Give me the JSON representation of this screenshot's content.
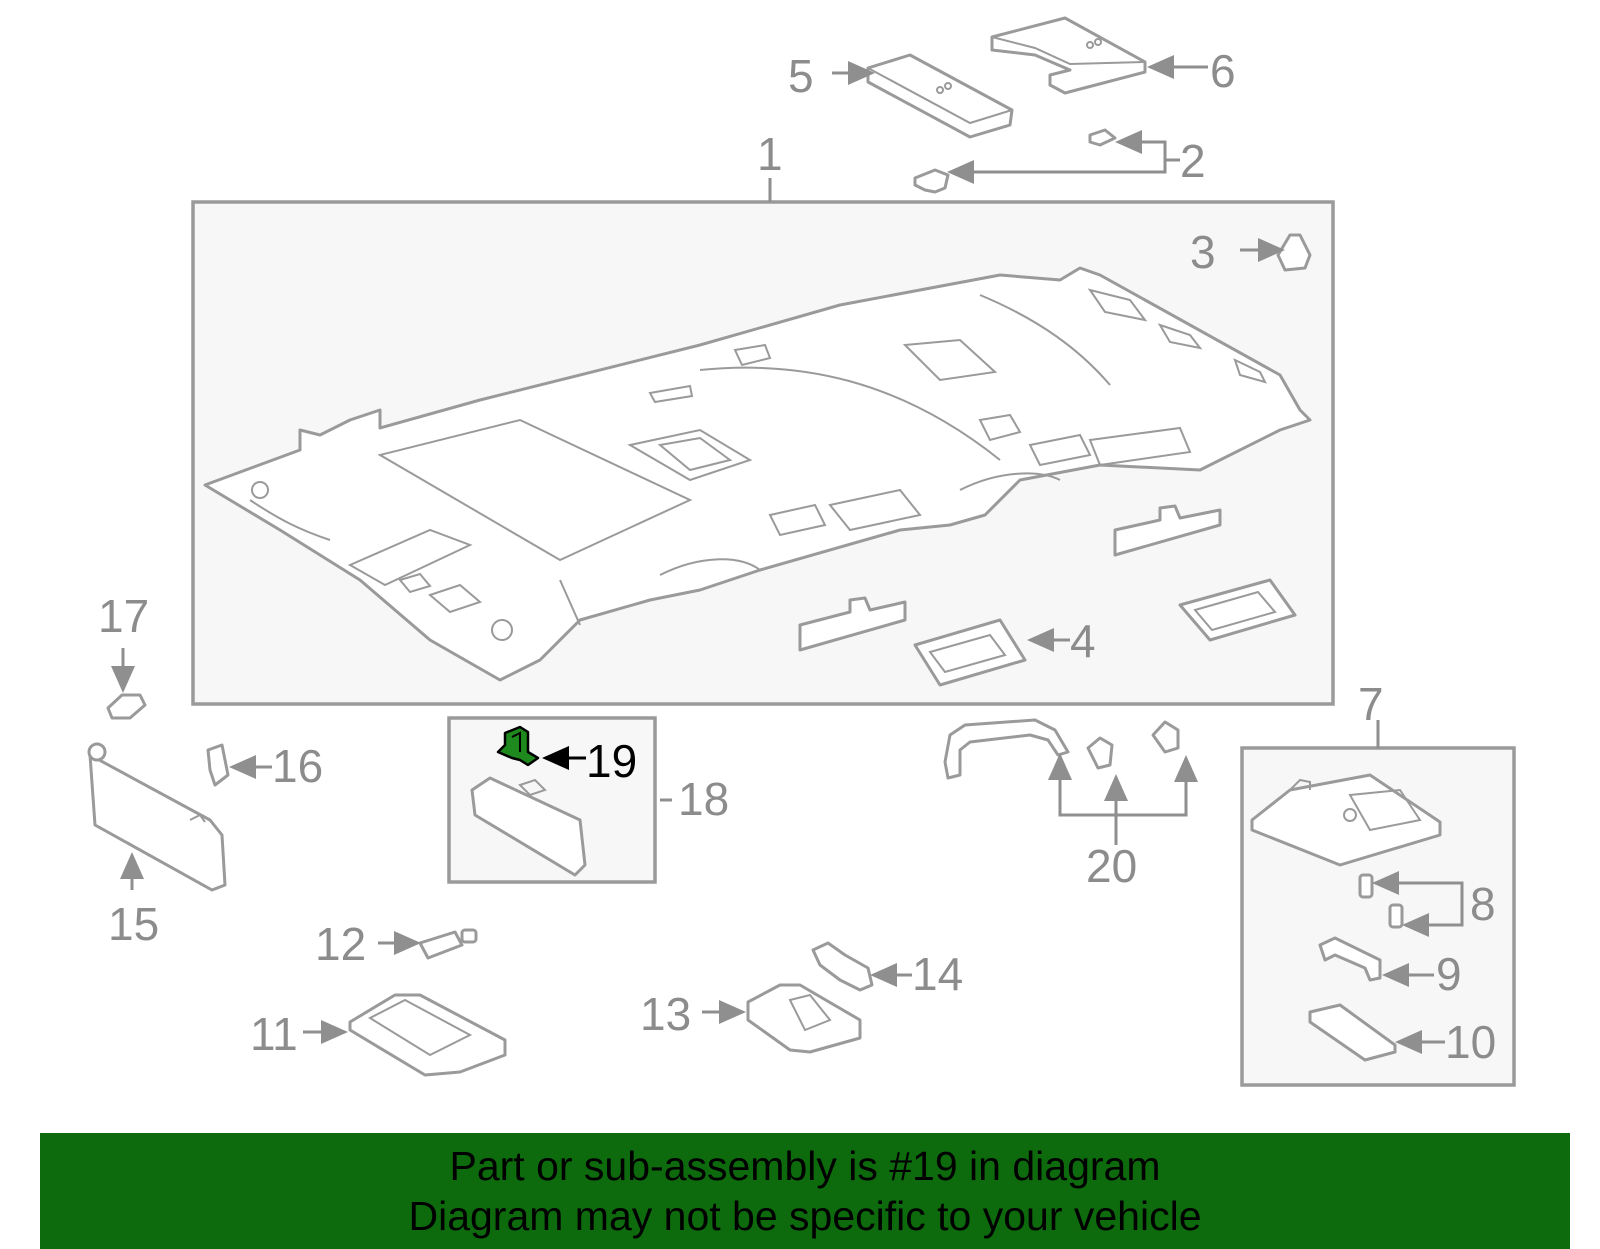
{
  "callouts": [
    "1",
    "2",
    "3",
    "4",
    "5",
    "6",
    "7",
    "8",
    "9",
    "10",
    "11",
    "12",
    "13",
    "14",
    "15",
    "16",
    "17",
    "18",
    "19",
    "20"
  ],
  "highlighted_part": "19",
  "colors": {
    "banner_bg": "#0d6b0d",
    "highlight": "#1e8a1e",
    "line": "#9a9a9a",
    "label": "#8c8c8c"
  },
  "banner": {
    "line1": "Part or sub-assembly is #19 in diagram",
    "line2": "Diagram may not be specific to your vehicle"
  }
}
